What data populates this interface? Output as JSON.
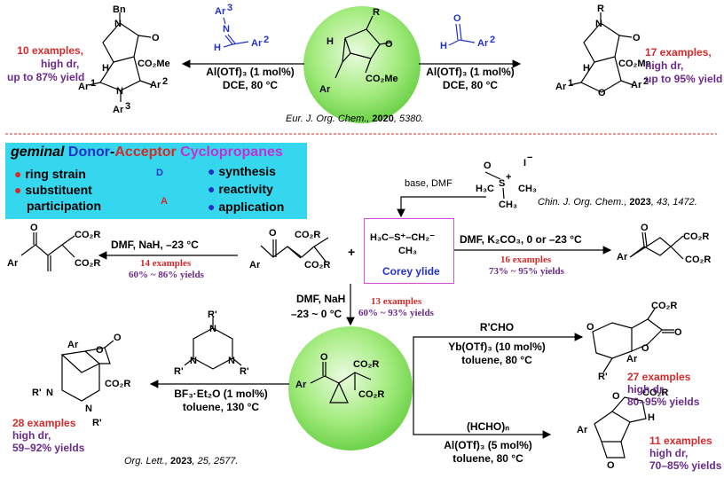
{
  "top": {
    "left_result": {
      "examples": "10 examples,",
      "dr": "high dr,",
      "yield": "up to 87% yield"
    },
    "left_conditions": [
      "Al(OTf)₃ (1 mol%)",
      "DCE, 80 °C"
    ],
    "right_result": {
      "examples": "17 examples,",
      "dr": "high dr,",
      "yield": "up to 95% yield"
    },
    "right_conditions": [
      "Al(OTf)₃ (1 mol%)",
      "DCE, 80 °C"
    ],
    "reference": {
      "journal": "Eur. J. Org. Chem.,",
      "year": "2020",
      "pages": ", 5380."
    }
  },
  "banner": {
    "title": {
      "geminal": "geminal",
      "donor": "Donor",
      "dash1": "-",
      "acceptor": "Acceptor",
      "cyclo": "Cyclopropanes"
    },
    "left_items": [
      "ring strain",
      "substituent",
      "participation"
    ],
    "right_items": [
      "synthesis",
      "reactivity",
      "application"
    ],
    "donor_label": "D",
    "acceptor_label": "A"
  },
  "center": {
    "base_label": "base, DMF",
    "reference": {
      "journal": "Chin. J. Org. Chem.,",
      "year": "2023",
      "volume": "43",
      "pages": ", 1472."
    },
    "ylide_label": "Corey ylide",
    "plus": "+",
    "left_arrow": {
      "cond": "DMF, NaH, –23 °C",
      "examples": "14 examples",
      "yields": "60% ~ 86% yields"
    },
    "right_arrow": {
      "cond": "DMF, K₂CO₃, 0 or –23 °C",
      "examples": "16 examples",
      "yields": "73% ~ 95% yields"
    },
    "down_arrow": {
      "cond1": "DMF, NaH",
      "cond2": "–23 ~ 0 °C",
      "examples": "13 examples",
      "yields": "60% ~ 93% yields"
    }
  },
  "bottom": {
    "left_conditions": [
      "BF₃·Et₂O (1 mol%)",
      "toluene, 130 °C"
    ],
    "left_result": {
      "examples": "28 examples",
      "dr": "high dr,",
      "yield": "59–92% yields"
    },
    "reference": {
      "journal": "Org. Lett.,",
      "year": "2023",
      "volume": "25",
      "pages": ", 2577."
    },
    "upper_right": {
      "reagent": "R'CHO",
      "cond1": "Yb(OTf)₃ (10 mol%)",
      "cond2": "toluene, 80 °C",
      "examples": "27 examples",
      "dr": "high dr,",
      "yield": "80–95% yields"
    },
    "lower_right": {
      "reagent": "(HCHO)ₙ",
      "cond1": "Al(OTf)₃ (5 mol%)",
      "cond2": "toluene, 80 °C",
      "examples": "11 examples",
      "dr": "high dr,",
      "yield": "70–85% yields"
    }
  },
  "colors": {
    "banner_bg": "#35d7ee",
    "sphere": "#8fe66a",
    "red": "#d42a2a",
    "purple": "#6a2a8a",
    "blue": "#2232c8",
    "magenta": "#d64fd6"
  }
}
